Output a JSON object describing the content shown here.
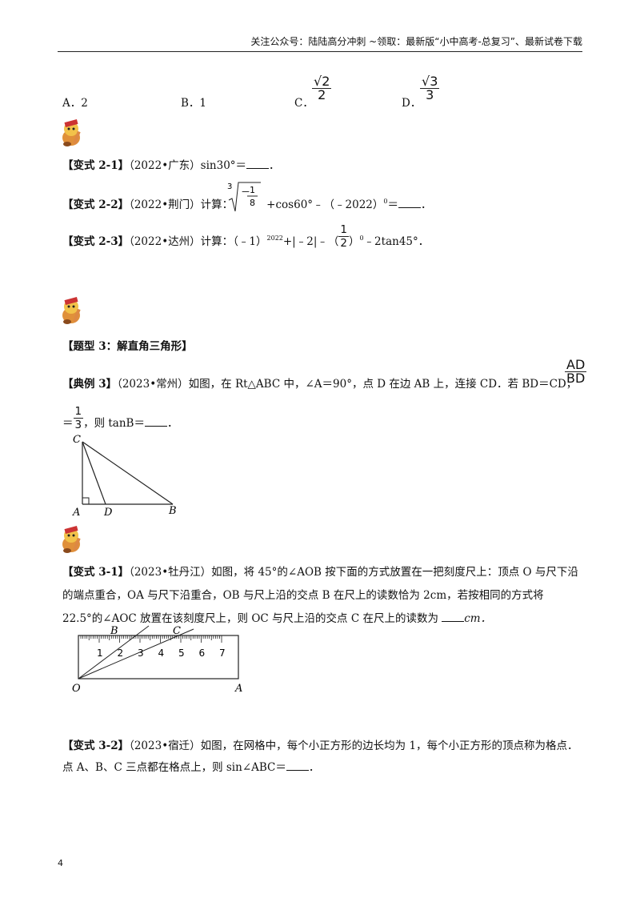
{
  "header": {
    "text": "关注公众号：陆陆高分冲刺  ~领取：最新版“小中高考-总复习”、最新试卷下载"
  },
  "options": {
    "a": "A．2",
    "b": "B．1",
    "c_label": "C．",
    "c_num": "√2",
    "c_den": "2",
    "d_label": "D．",
    "d_num": "√3",
    "d_den": "3"
  },
  "icon": {
    "name": "pencil-mascot-icon"
  },
  "v21": {
    "tag": "【变式 2-1】",
    "text": "（2022•广东）sin30°＝",
    "end": "．"
  },
  "v22": {
    "tag": "【变式 2-2】",
    "text": "（2022•荆门）计算：",
    "root_index": "3",
    "root_body": "-1/8",
    "rest": "+cos60°﹣（﹣2022）",
    "exp": "0",
    "eq": "＝",
    "end": "．"
  },
  "v23": {
    "tag": "【变式 2-3】",
    "text": "（2022•达州）计算：（﹣1）",
    "exp1": "2022",
    "mid": "+|﹣2|﹣（",
    "frac_num": "1",
    "frac_den": "2",
    "close": "）",
    "exp2": "0",
    "rest": "﹣2tan45°．"
  },
  "type3": {
    "title": "【题型 3：解直角三角形】"
  },
  "ex3": {
    "tag": "【典例 3】",
    "text": "（2023•常州）如图，在 Rt△ABC 中，∠A＝90°，点 D 在边 AB 上，连接 CD．若 BD＝CD，",
    "frac_top_num": "AD",
    "frac_top_den": "BD",
    "line2_pre": "＝",
    "frac_num": "1",
    "frac_den": "3",
    "line2_post": "，则 tanB＝",
    "end": "．",
    "fig_c": "C",
    "fig_a": "A",
    "fig_d": "D",
    "fig_b": "B"
  },
  "v31": {
    "tag": "【变式 3-1】",
    "line1": "（2023•牡丹江）如图，将 45°的∠AOB 按下面的方式放置在一把刻度尺上：顶点 O 与尺下沿",
    "line2": "的端点重合，OA 与尺下沿重合，OB 与尺上沿的交点 B 在尺上的读数恰为 2cm，若按相同的方式将",
    "line3": "22.5°的∠AOC 放置在该刻度尺上，则 OC 与尺上沿的交点 C 在尺上的读数为 ",
    "unit": "cm．",
    "fig_b": "B",
    "fig_c": "C",
    "fig_o": "O",
    "fig_a": "A",
    "ticks": [
      "1",
      "2",
      "3",
      "4",
      "5",
      "6",
      "7"
    ]
  },
  "v32": {
    "tag": "【变式 3-2】",
    "line1": "（2023•宿迁）如图，在网格中，每个小正方形的边长均为 1，每个小正方形的顶点称为格点．",
    "line2": "点 A、B、C 三点都在格点上，则 sin∠ABC＝",
    "end": "．"
  },
  "page_number": "4"
}
